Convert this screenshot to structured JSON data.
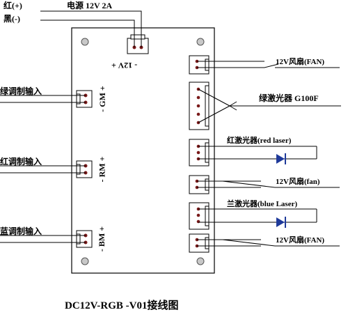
{
  "power": {
    "red_label": "红(+)",
    "black_label": "黑(-)",
    "supply_label": "电源 12V 2A",
    "board_marking": "- 12V +"
  },
  "inputs": [
    {
      "label": "绿调制输入",
      "marking": "- GM +"
    },
    {
      "label": "红调制输入",
      "marking": "- RM +"
    },
    {
      "label": "蓝调制输入",
      "marking": "- BM +"
    }
  ],
  "outputs": {
    "fan1": "12V风扇(FAN)",
    "green_laser": "绿激光器 G100F",
    "red_laser": "红激光器(red laser)",
    "fan2": "12V风扇(fan)",
    "blue_laser": "兰激光器(blue Laser)",
    "fan3": "12V风扇(FAN)"
  },
  "title": "DC12V-RGB -V01接线图",
  "colors": {
    "line": "#000000",
    "board": "#ffffff",
    "hole": "#c8c8c8",
    "diode": "#1f3a9a"
  }
}
